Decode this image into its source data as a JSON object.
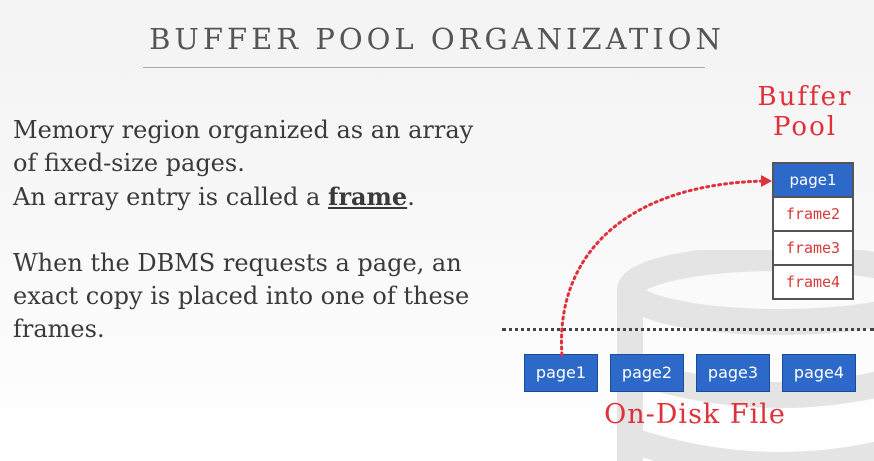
{
  "slide": {
    "title": "BUFFER POOL ORGANIZATION",
    "paragraph1": {
      "line1": "Memory region organized as an array",
      "line2": "of fixed-size pages.",
      "line3_prefix": "An array entry is called a ",
      "line3_term": "frame",
      "line3_suffix": "."
    },
    "paragraph2": {
      "line1": "When the DBMS requests a page, an",
      "line2": "exact copy is placed into one of these",
      "line3": "frames."
    }
  },
  "buffer_pool": {
    "label_line1": "Buffer",
    "label_line2": "Pool",
    "frames": [
      "page1",
      "frame2",
      "frame3",
      "frame4"
    ]
  },
  "disk": {
    "label": "On-Disk File",
    "pages": [
      "page1",
      "page2",
      "page3",
      "page4"
    ]
  },
  "colors": {
    "accent_red": "#e0303a",
    "page_blue": "#2c69c9",
    "title_gray": "#555555"
  }
}
